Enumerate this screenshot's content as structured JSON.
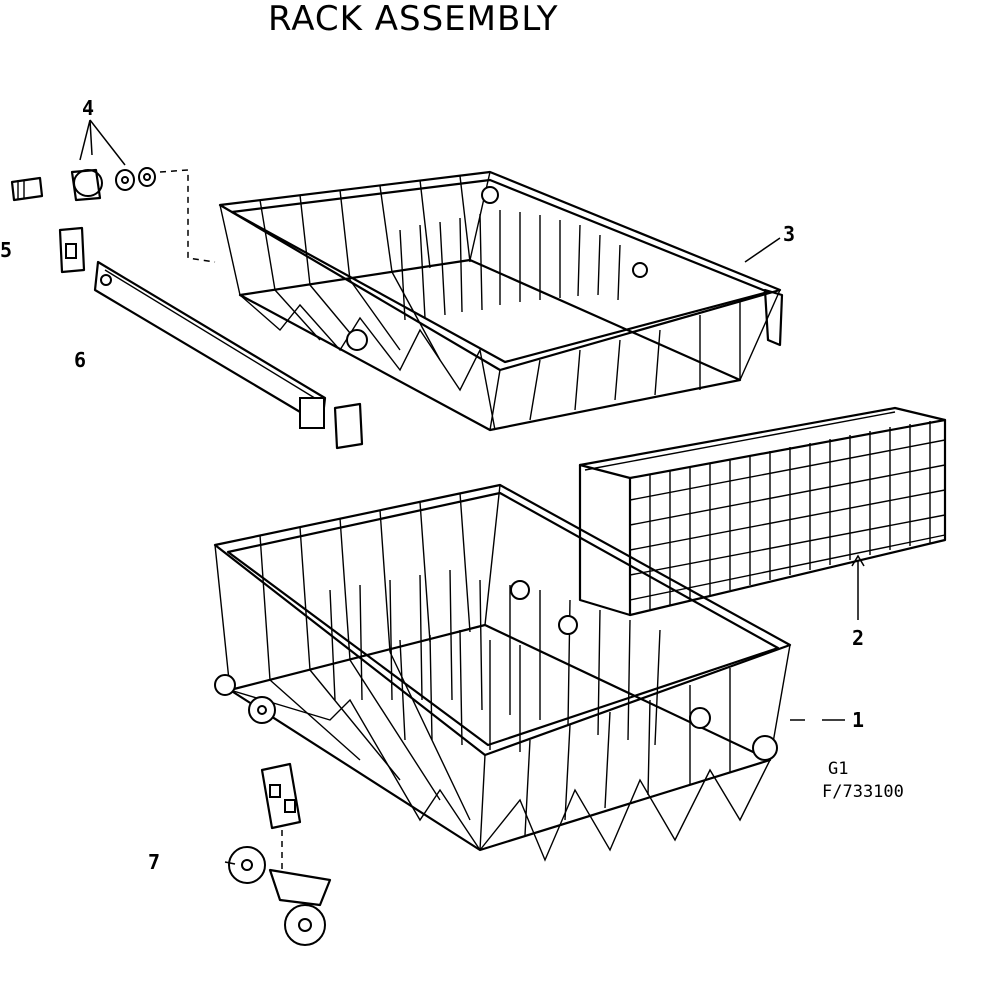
{
  "title": "RACK ASSEMBLY",
  "callouts": {
    "c1": "1",
    "c2": "2",
    "c3": "3",
    "c4": "4",
    "c5": "5",
    "c6": "6",
    "c7": "7"
  },
  "figure_code": {
    "line1": "G1",
    "line2": "F/733100"
  }
}
